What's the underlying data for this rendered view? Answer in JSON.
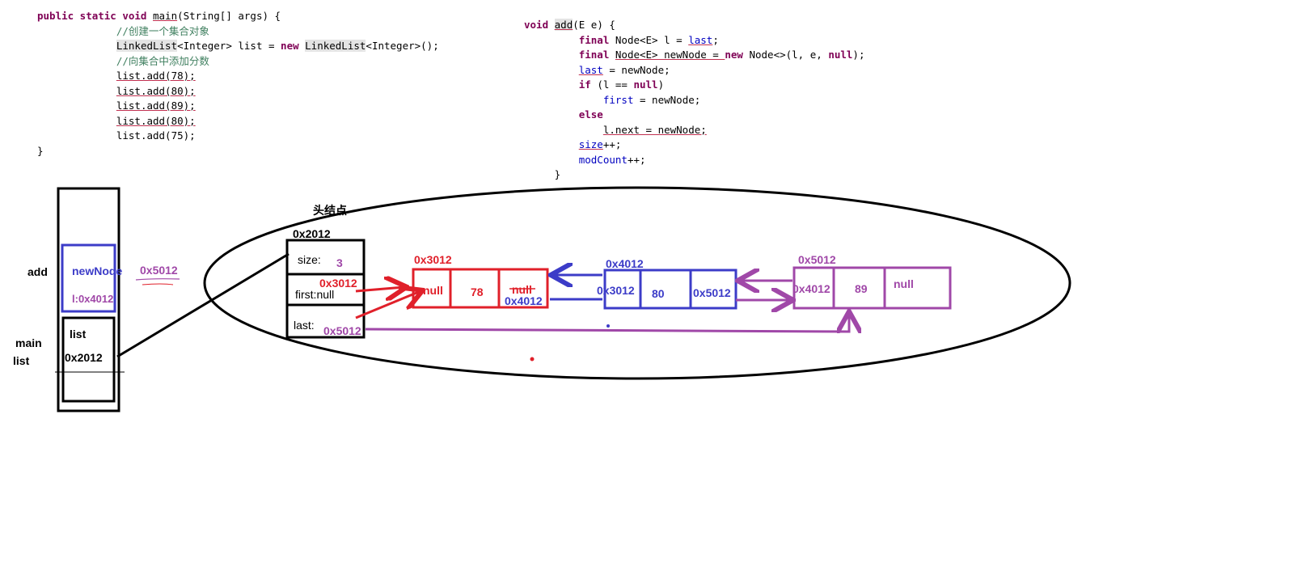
{
  "code_main": {
    "sig_kw": "public static void ",
    "sig_name": "main",
    "sig_rest": "(String[] args) {",
    "comment1": "//创建一个集合对象",
    "decl_type": "LinkedList",
    "decl_mid": "<Integer> list = ",
    "decl_new": "new ",
    "decl_ctor": "LinkedList",
    "decl_end": "<Integer>();",
    "comment2": "//向集合中添加分数",
    "lines": [
      "list.add(78);",
      "list.add(80);",
      "list.add(89);",
      "list.add(80);",
      "list.add(75);"
    ],
    "close": "}"
  },
  "code_add": {
    "sig_kw": "void ",
    "sig_name": "add",
    "sig_rest": "(E e) {",
    "l1_kw": "final ",
    "l1_rest": "Node<E> l = ",
    "l1_field": "last",
    "l1_end": ";",
    "l2_kw": "final ",
    "l2_mid": "Node<E> newNode = ",
    "l2_new": "new ",
    "l2_ctor": "Node<>(l, e, ",
    "l2_null": "null",
    "l2_end": ");",
    "l3_field": "last",
    "l3_rest": " = newNode;",
    "l4_kw": "if ",
    "l4_mid": "(l == ",
    "l4_null": "null",
    "l4_end": ")",
    "l5_field": "first",
    "l5_rest": " = newNode;",
    "l6_kw": "else",
    "l7_rest": "l.next = newNode;",
    "l8_field": "size",
    "l8_rest": "++;",
    "l9_field": "modCount",
    "l9_rest": "++;",
    "close": "}"
  },
  "stack": {
    "add_label": "add",
    "newnode_label": "newNode",
    "newnode_value": "0x5012",
    "l_label": "l:0x4012",
    "main_label": "main",
    "list_label": "list",
    "list_var": "list",
    "list_value": "0x2012"
  },
  "heap": {
    "head_label": "头结点",
    "head_addr": "0x2012",
    "size_label": "size:",
    "size_value": "3",
    "first_label": "first:null",
    "first_value": "0x3012",
    "last_label": "last:",
    "last_value": "0x5012"
  },
  "nodes": [
    {
      "addr": "0x3012",
      "prev": "null",
      "item": "78",
      "next": "null",
      "next_new": "0x4012",
      "color": "#e0202a"
    },
    {
      "addr": "0x4012",
      "prev": "0x3012",
      "item": "80",
      "next": "0x5012",
      "color": "#3c3cc8"
    },
    {
      "addr": "0x5012",
      "prev": "0x4012",
      "item": "89",
      "next": "null",
      "color": "#a048a8"
    }
  ]
}
